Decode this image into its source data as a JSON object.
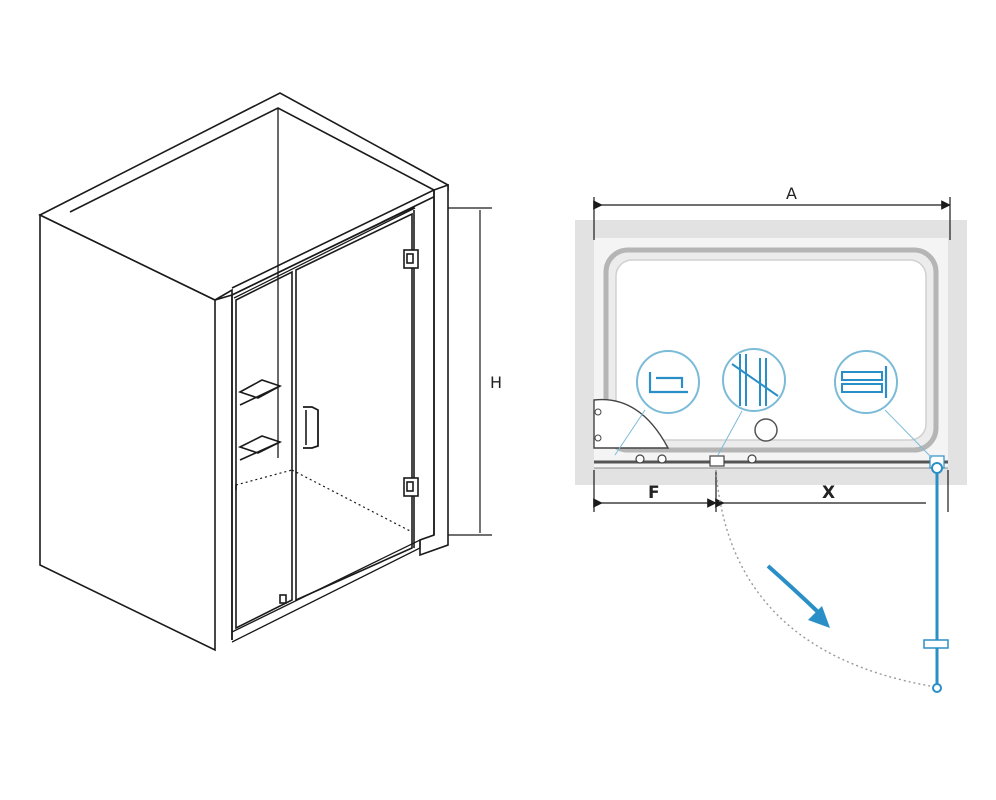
{
  "dimensions": {
    "height_label": "H",
    "width_label": "A",
    "fixed_panel_label": "F",
    "door_label": "X"
  },
  "colors": {
    "line": "#1a1a1a",
    "wall": "#e2e2e2",
    "accent": "#2a8fc6",
    "dotted": "#999999"
  },
  "icons": [
    "hinge-detail-icon",
    "profile-detail-icon",
    "handle-detail-icon",
    "swing-arrow-icon"
  ]
}
